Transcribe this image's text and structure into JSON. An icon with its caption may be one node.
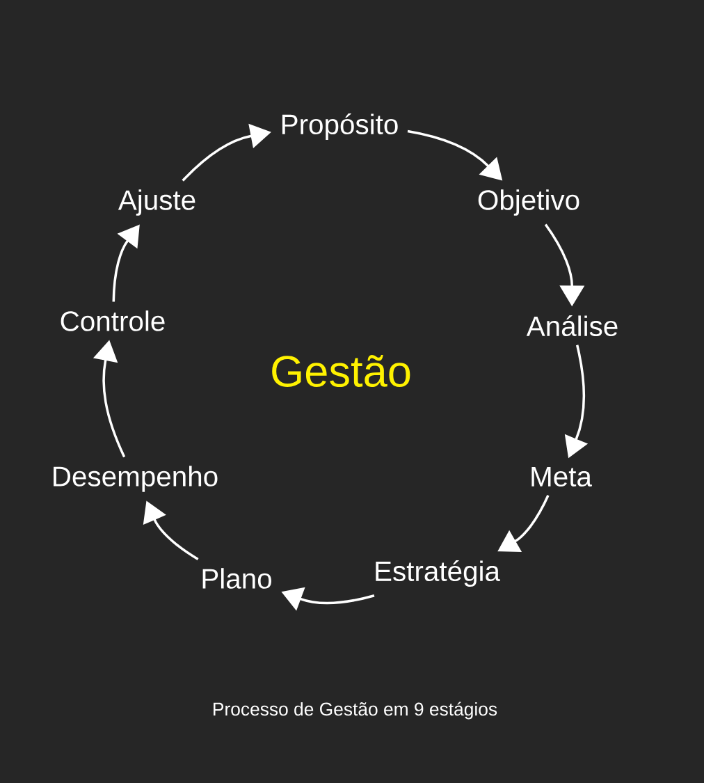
{
  "diagram": {
    "caption": "Processo de Gestão em 9 estágios",
    "nodes": [
      {
        "text": [
          "Propósito"
        ]
      },
      {
        "text": [
          "Objetivo"
        ]
      },
      {
        "text": [
          "Análise"
        ]
      },
      {
        "text": [
          "Meta"
        ]
      },
      {
        "text": [
          "Estratégia"
        ]
      },
      {
        "text": [
          "Plano"
        ]
      },
      {
        "text": [
          "Desempenho"
        ]
      },
      {
        "text": [
          "Controle"
        ]
      },
      {
        "text": [
          "Ajuste"
        ]
      }
    ],
    "edges": [
      {
        "from": 0,
        "to": 1,
        "arrow": "to"
      },
      {
        "from": 1,
        "to": 2,
        "arrow": "to"
      },
      {
        "from": 2,
        "to": 3,
        "arrow": "to"
      },
      {
        "from": 3,
        "to": 4,
        "arrow": "to"
      },
      {
        "from": 4,
        "to": 5,
        "arrow": "to"
      },
      {
        "from": 5,
        "to": 6,
        "arrow": "to"
      },
      {
        "from": 6,
        "to": 7,
        "arrow": "to"
      },
      {
        "from": 7,
        "to": 8,
        "arrow": "to"
      },
      {
        "from": 8,
        "to": 0,
        "arrow": "to"
      }
    ],
    "labels": [
      "Gestão"
    ]
  }
}
